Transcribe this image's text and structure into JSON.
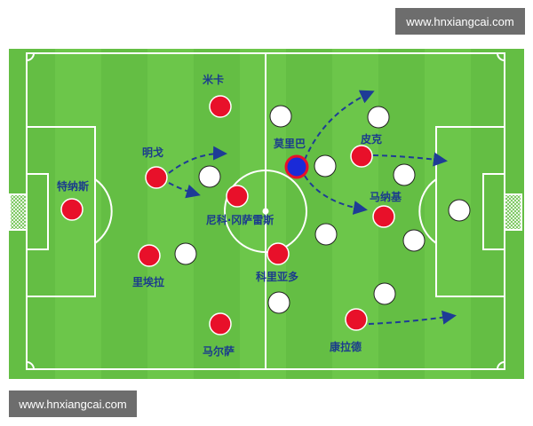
{
  "watermark_top": "www.hnxiangcai.com",
  "watermark_bottom": "www.hnxiangcai.com",
  "colors": {
    "pitch_light": "#6cc64a",
    "pitch_dark": "#5cb63c",
    "lines": "#ffffff",
    "red_player": "#e8102a",
    "blue_player": "#1a2ad8",
    "white_player": "#ffffff",
    "arrow": "#1e3c96",
    "label": "#1b3c8c"
  },
  "red_team": [
    {
      "id": "teunas",
      "label": "特纳斯"
    },
    {
      "id": "mingge",
      "label": "明戈"
    },
    {
      "id": "mika",
      "label": "米卡"
    },
    {
      "id": "nico",
      "label": "尼科·冈萨雷斯"
    },
    {
      "id": "liaila",
      "label": "里埃拉"
    },
    {
      "id": "keliyaduo",
      "label": "科里亚多"
    },
    {
      "id": "maersa",
      "label": "马尔萨"
    },
    {
      "id": "moliba",
      "label": "莫里巴"
    },
    {
      "id": "pike",
      "label": "皮克"
    },
    {
      "id": "manaji",
      "label": "马纳基"
    },
    {
      "id": "kanglade",
      "label": "康拉德"
    }
  ]
}
